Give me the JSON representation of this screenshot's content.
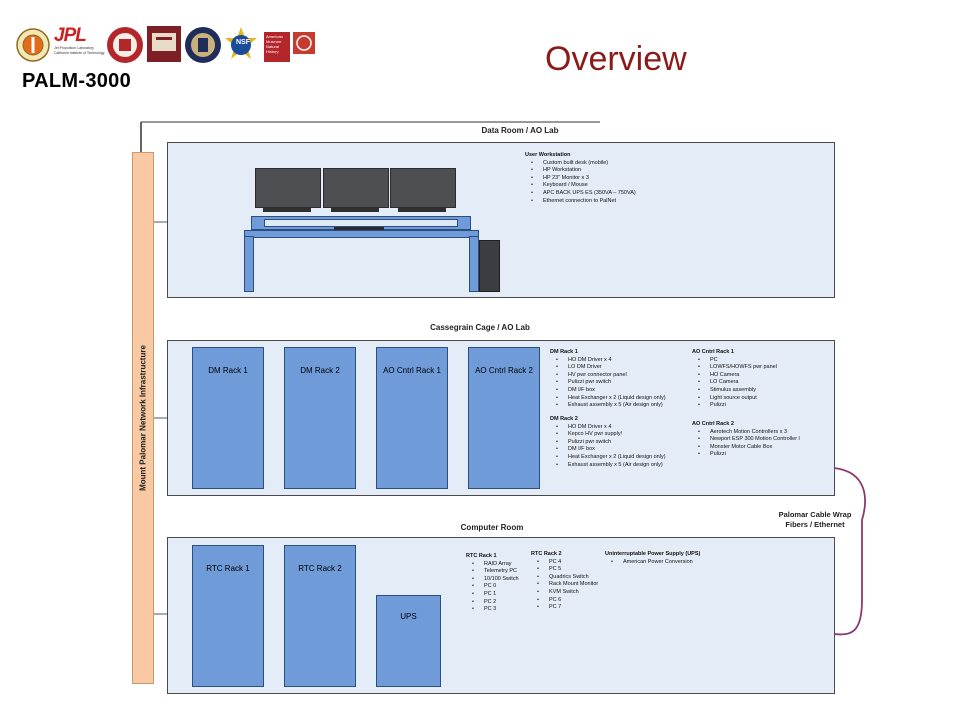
{
  "header": {
    "project_title": "PALM-3000",
    "slide_title": "Overview",
    "logos": [
      {
        "name": "caltech-seal-logo"
      },
      {
        "name": "jpl-logo",
        "text": "JPL",
        "subtext": "Jet Propulsion Laboratory",
        "subtext2": "California Institute of Technology"
      },
      {
        "name": "cornell-seal-logo"
      },
      {
        "name": "crest-logo"
      },
      {
        "name": "oxford-seal-logo"
      },
      {
        "name": "nsf-logo",
        "text": "NSF"
      },
      {
        "name": "amnh-logo",
        "text1": "American",
        "text2": "Museum",
        "text3": "Natural",
        "text4": "History"
      },
      {
        "name": "red-emblem-logo"
      }
    ]
  },
  "colors": {
    "title_red": "#8b1a1a",
    "rack_blue": "#6f9bd8",
    "section_bg": "#e4ecf7",
    "infra_orange": "#f8c9a2",
    "cable_purple": "#8b3a6b"
  },
  "diagram": {
    "infrastructure_label": "Mount Palomar Network Infrastructure",
    "cable_wrap_label_line1": "Palomar Cable Wrap",
    "cable_wrap_label_line2": "Fibers / Ethernet",
    "data_room": {
      "title": "Data Room / AO Lab",
      "workstation": {
        "title": "User Workstation",
        "items": [
          "Custom built desk (mobile)",
          "HP Workstation",
          "HP 23\" Monitor x 3",
          "Keyboard / Mouse",
          "APC BACK UPS ES (350VA – 750VA)",
          "Ethernet connection to PalNet"
        ]
      }
    },
    "cassegrain": {
      "title": "Cassegrain Cage / AO Lab",
      "racks": [
        "DM Rack 1",
        "DM Rack 2",
        "AO Cntrl Rack 1",
        "AO Cntrl Rack 2"
      ],
      "dm_rack1": {
        "title": "DM Rack 1",
        "items": [
          "HO DM Driver x 4",
          "LO DM Driver",
          "HV pwr connector panel",
          "Pulizzi pwr switch",
          "DM I/F box",
          "Heat Exchanger x 2 (Liquid design only)",
          "Exhaust assembly x 5 (Air design only)"
        ]
      },
      "dm_rack2": {
        "title": "DM Rack 2",
        "items": [
          "HO DM Driver x 4",
          "Kepco HV pwr supply!",
          "Pulizzi pwr switch",
          "DM I/F box",
          "Heat Exchanger x 2 (Liquid design only)",
          "Exhaust assembly x 5 (Air design only)"
        ]
      },
      "ao_rack1": {
        "title": "AO Cntrl Rack 1",
        "items": [
          "PC",
          "LOWFS/HOWFS pwr panel",
          "HO Camera",
          "LO Camera",
          "Stimulus assembly",
          "Light source output",
          "Pulizzi"
        ]
      },
      "ao_rack2": {
        "title": "AO Cntrl Rack 2",
        "items": [
          "Aerotech Motion Controllers x 3",
          "Newport ESP 300 Motion Controller l",
          "Monster Motor Cable Box",
          "Pulizzi"
        ]
      }
    },
    "computer_room": {
      "title": "Computer Room",
      "racks": [
        "RTC Rack 1",
        "RTC Rack 2",
        "UPS"
      ],
      "rtc_rack1": {
        "title": "RTC Rack 1",
        "items": [
          "RAID Array",
          "Telemetry PC",
          "10/100 Switch",
          "PC 0",
          "PC 1",
          "PC 2",
          "PC 3"
        ]
      },
      "rtc_rack2": {
        "title": "RTC Rack 2",
        "items": [
          "PC 4",
          "PC 5",
          "Quadrics Switch",
          "Rack Mount Monitor",
          "KVM Switch",
          "PC 6",
          "PC 7"
        ]
      },
      "ups": {
        "title": "Uninterruptable Power Supply (UPS)",
        "items": [
          "American Power Conversion"
        ]
      }
    }
  }
}
